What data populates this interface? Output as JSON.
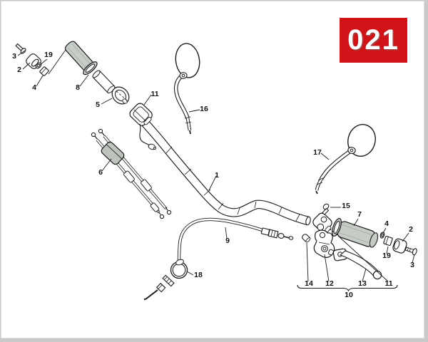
{
  "page": {
    "badge": {
      "number": "021",
      "bg": "#d01317",
      "fg": "#ffffff"
    },
    "sheet_color": "#ffffff",
    "frame_color": "#c9c9c9"
  },
  "diagram": {
    "line_color": "#1c1c1c",
    "grip_fill": "#c6ccc6",
    "sheath_fill": "#bcc4bc",
    "callouts": [
      {
        "text": "3"
      },
      {
        "text": "2"
      },
      {
        "text": "19"
      },
      {
        "text": "4"
      },
      {
        "text": "8"
      },
      {
        "text": "5"
      },
      {
        "text": "11"
      },
      {
        "text": "16"
      },
      {
        "text": "6"
      },
      {
        "text": "1"
      },
      {
        "text": "17"
      },
      {
        "text": "9"
      },
      {
        "text": "18"
      },
      {
        "text": "15"
      },
      {
        "text": "7"
      },
      {
        "text": "4"
      },
      {
        "text": "2"
      },
      {
        "text": "19"
      },
      {
        "text": "3"
      },
      {
        "text": "14"
      },
      {
        "text": "12"
      },
      {
        "text": "13"
      },
      {
        "text": "11"
      },
      {
        "text": "10"
      }
    ]
  }
}
